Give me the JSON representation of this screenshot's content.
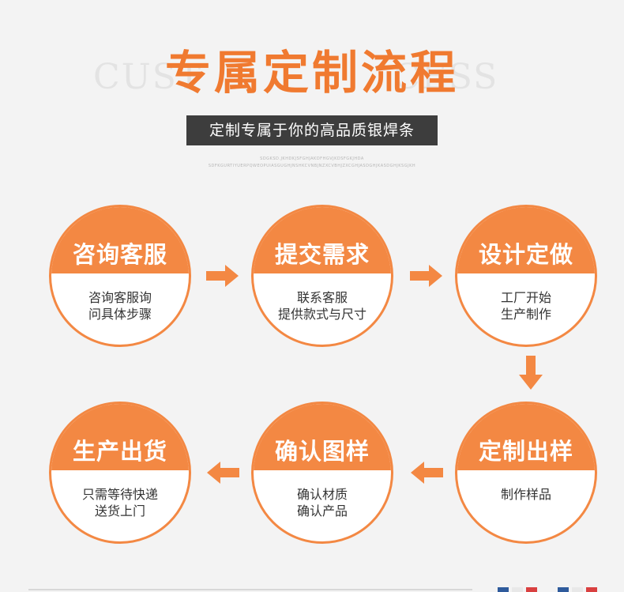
{
  "background_text": {
    "left": "CUST",
    "right": "CESS"
  },
  "title": "专属定制流程",
  "subtitle": "定制专属于你的高品质银焊条",
  "tiny_text": {
    "line1": "SDGKSD.JKHDKJSFGHJAKDFHGVJKDSFGKJHDA",
    "line2": "SDFKGURTIYUERPQWEOPUIASGUGHJNSHKCVNBJNZXCVBHJZXCGHJASDGHJKASDGHJKSGJKH"
  },
  "colors": {
    "accent": "#f38843",
    "title": "#f07a30",
    "dark": "#3d3d3d"
  },
  "steps": [
    {
      "title": "咨询客服",
      "lines": [
        "咨询客服询",
        "问具体步骤"
      ]
    },
    {
      "title": "提交需求",
      "lines": [
        "联系客服",
        "提供款式与尺寸"
      ]
    },
    {
      "title": "设计定做",
      "lines": [
        "工厂开始",
        "生产制作"
      ]
    },
    {
      "title": "生产出货",
      "lines": [
        "只需等待快递",
        "送货上门"
      ]
    },
    {
      "title": "确认图样",
      "lines": [
        "确认材质",
        "确认产品"
      ]
    },
    {
      "title": "定制出样",
      "lines": [
        "制作样品"
      ]
    }
  ],
  "arrows": [
    "arrow-right-icon",
    "arrow-right-icon",
    "arrow-down-icon",
    "arrow-left-icon",
    "arrow-left-icon"
  ]
}
